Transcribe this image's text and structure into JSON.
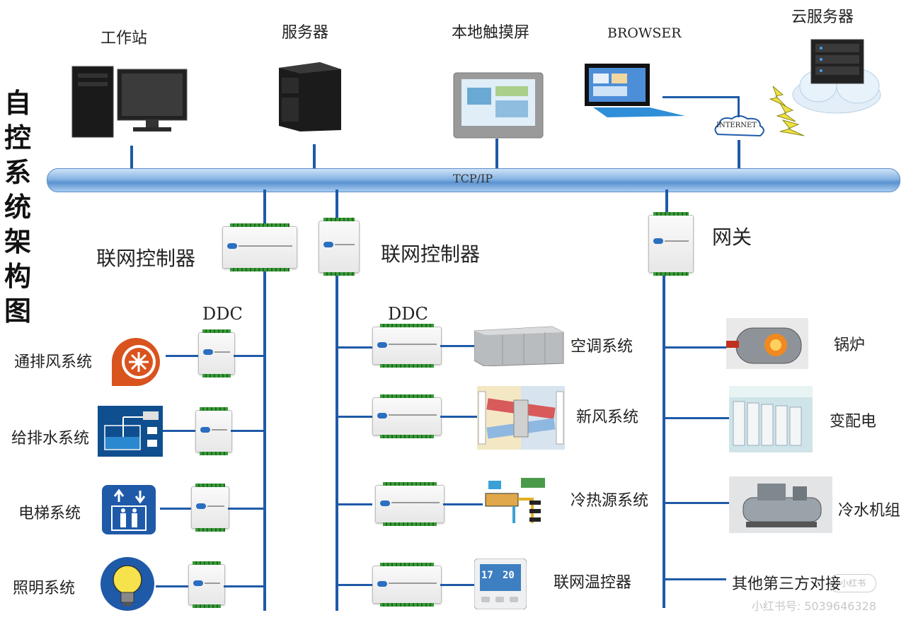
{
  "vertical_title": [
    "自",
    "控",
    "系",
    "统",
    "架",
    "构",
    "图"
  ],
  "bus": {
    "label": "TCP/IP"
  },
  "top_devices": {
    "workstation": "工作站",
    "server": "服务器",
    "local_screen": "本地触摸屏",
    "browser": "BROWSER",
    "cloud_server": "云服务器",
    "internet": "INTERNET"
  },
  "controllers": {
    "left": "联网控制器",
    "middle": "联网控制器",
    "gateway": "网关",
    "ddc_left": "DDC",
    "ddc_middle": "DDC"
  },
  "left_systems": [
    "通排风系统",
    "给排水系统",
    "电梯系统",
    "照明系统"
  ],
  "middle_systems": [
    "空调系统",
    "新风系统",
    "冷热源系统",
    "联网温控器"
  ],
  "right_systems": [
    "锅炉",
    "变配电",
    "冷水机组",
    "其他第三方对接"
  ],
  "thermostat_display": {
    "value_left": "17",
    "value_right": "20"
  },
  "watermark": "小红书号: 5039646328",
  "watermark_badge": "小红书",
  "colors": {
    "wire": "#1f5aa8",
    "bus": "#86b3e3",
    "icon_blue": "#1f5aa8",
    "fan_orange": "#d9531e"
  }
}
